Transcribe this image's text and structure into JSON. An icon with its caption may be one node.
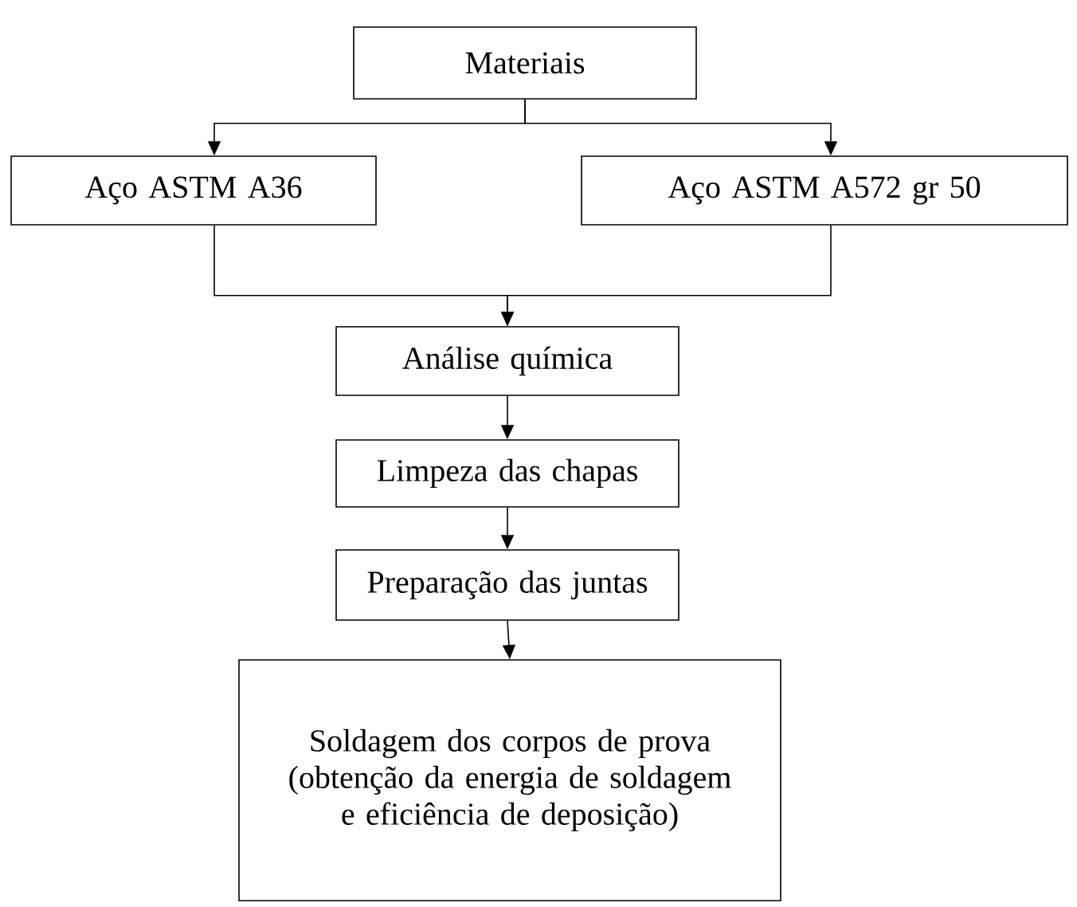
{
  "diagram": {
    "nodes": [
      {
        "text": [
          "Materiais"
        ]
      },
      {
        "text": [
          "Aço ASTM A36"
        ]
      },
      {
        "text": [
          "Aço ASTM A572 gr 50"
        ]
      },
      {
        "text": [
          "Análise química"
        ]
      },
      {
        "text": [
          "Limpeza das chapas"
        ]
      },
      {
        "text": [
          "Preparação das juntas"
        ]
      },
      {
        "text": [
          "Soldagem dos corpos de prova (obtenção da energia de soldagem e eficiência de deposição)"
        ]
      }
    ],
    "edges": [
      {
        "from": 0,
        "to": 1,
        "arrow": "to"
      },
      {
        "from": 0,
        "to": 2,
        "arrow": "to"
      },
      {
        "from": 1,
        "to": 3,
        "arrow": "to"
      },
      {
        "from": 2,
        "to": 3,
        "arrow": "to"
      },
      {
        "from": 3,
        "to": 4,
        "arrow": "to"
      },
      {
        "from": 4,
        "to": 5,
        "arrow": "to"
      },
      {
        "from": 5,
        "to": 6,
        "arrow": "to"
      }
    ]
  }
}
